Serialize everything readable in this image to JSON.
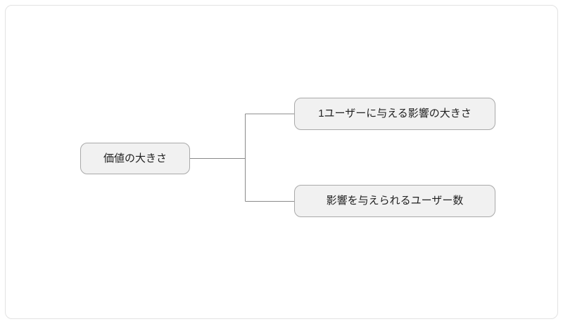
{
  "diagram": {
    "type": "mindmap-tree",
    "root": {
      "label": "価値の大きさ"
    },
    "children": [
      {
        "label": "1ユーザーに与える影響の大きさ"
      },
      {
        "label": "影響を与えられるユーザー数"
      }
    ],
    "colors": {
      "node_fill": "#f1f1f1",
      "node_border": "#a9a9a9",
      "connector": "#8a8a8a",
      "canvas_border": "#e2e2e2",
      "text": "#1f1f1f"
    }
  }
}
